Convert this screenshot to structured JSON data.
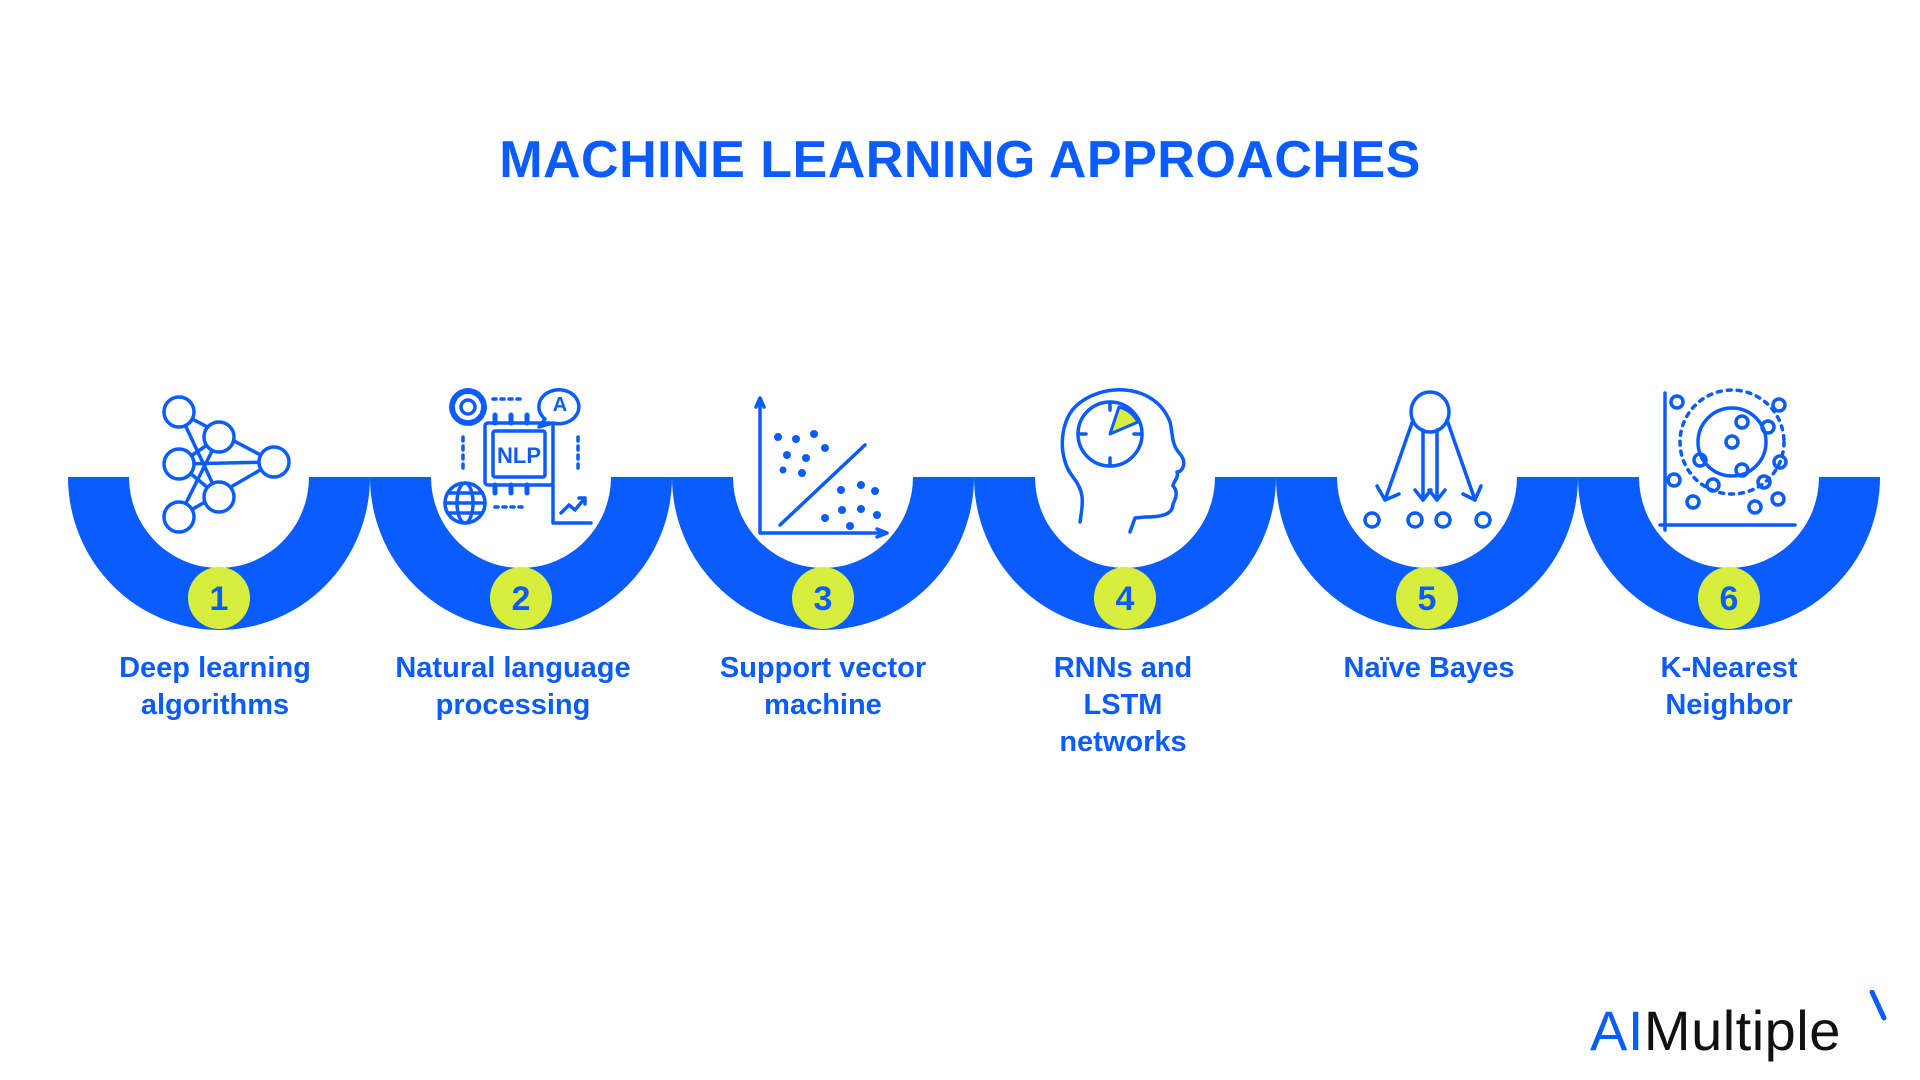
{
  "title": "MACHINE LEARNING APPROACHES",
  "colors": {
    "blue": "#0a5cff",
    "lime": "#d8ee3c",
    "background": "#ffffff"
  },
  "steps": [
    {
      "number": "1",
      "label": "Deep learning algorithms",
      "icon": "neural-network-icon"
    },
    {
      "number": "2",
      "label": "Natural language processing",
      "icon": "nlp-chip-icon",
      "icon_text": "NLP",
      "bubble_text": "A"
    },
    {
      "number": "3",
      "label": "Support vector machine",
      "icon": "scatter-separator-icon"
    },
    {
      "number": "4",
      "label": "RNNs and LSTM networks",
      "icon": "head-clock-icon"
    },
    {
      "number": "5",
      "label": "Naïve Bayes",
      "icon": "branching-arrows-icon"
    },
    {
      "number": "6",
      "label": "K-Nearest Neighbor",
      "icon": "cluster-plot-icon"
    }
  ],
  "logo": {
    "part1": "AI",
    "part2": "Multiple"
  }
}
